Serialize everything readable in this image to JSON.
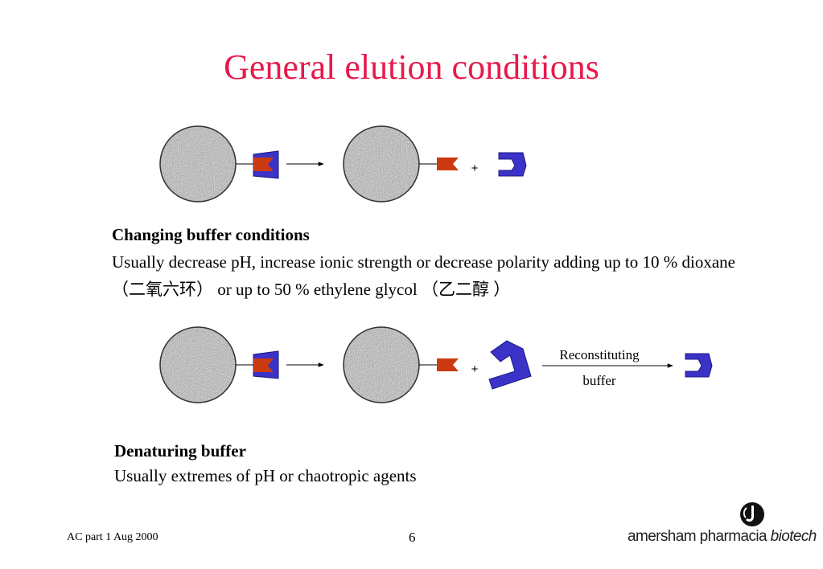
{
  "title": "General elution conditions",
  "sections": [
    {
      "heading": "Changing buffer conditions",
      "body": "Usually decrease pH, increase ionic strength or decrease polarity adding up to 10 % dioxane （二氧六环） or up to 50 % ethylene glycol （乙二醇 ）"
    },
    {
      "heading": "Denaturing buffer",
      "body": "Usually extremes of pH or chaotropic agents"
    }
  ],
  "diagram": {
    "plus_label": "+",
    "arrow_label_line1": "Reconstituting",
    "arrow_label_line2": "buffer",
    "colors": {
      "ligand": "#cc3a12",
      "protein": "#3b33c8",
      "bead": "#aaaaaa"
    }
  },
  "footer": {
    "left_text": "AC part 1 Aug 2000",
    "page_number": "6",
    "brand_main": "amersham pharmacia",
    "brand_italic": "biotech"
  }
}
